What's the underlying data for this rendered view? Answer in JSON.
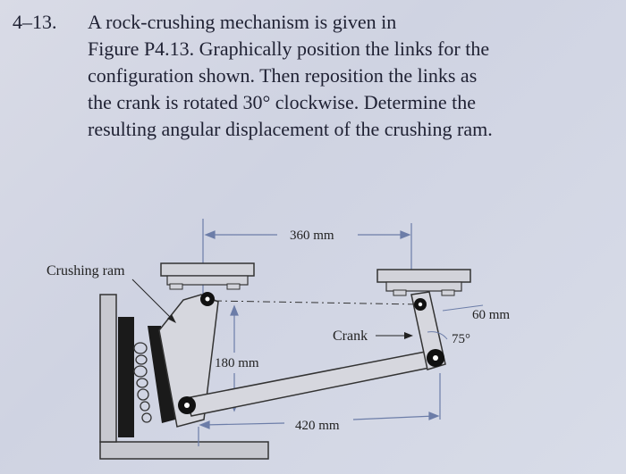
{
  "problem": {
    "number": "4–13.",
    "lines": [
      "A  rock-crushing  mechanism  is  given  in",
      "Figure P4.13. Graphically position the links for the",
      "configuration shown. Then reposition the links as",
      "the crank is rotated 30° clockwise. Determine the",
      "resulting angular displacement of the crushing ram."
    ]
  },
  "figure": {
    "dim_horizontal_top": "360 mm",
    "dim_vertical": "180 mm",
    "dim_horizontal_bottom": "420 mm",
    "dim_crank_length": "60 mm",
    "crank_angle": "75°",
    "label_crushing_ram": "Crushing ram",
    "label_crank": "Crank"
  }
}
